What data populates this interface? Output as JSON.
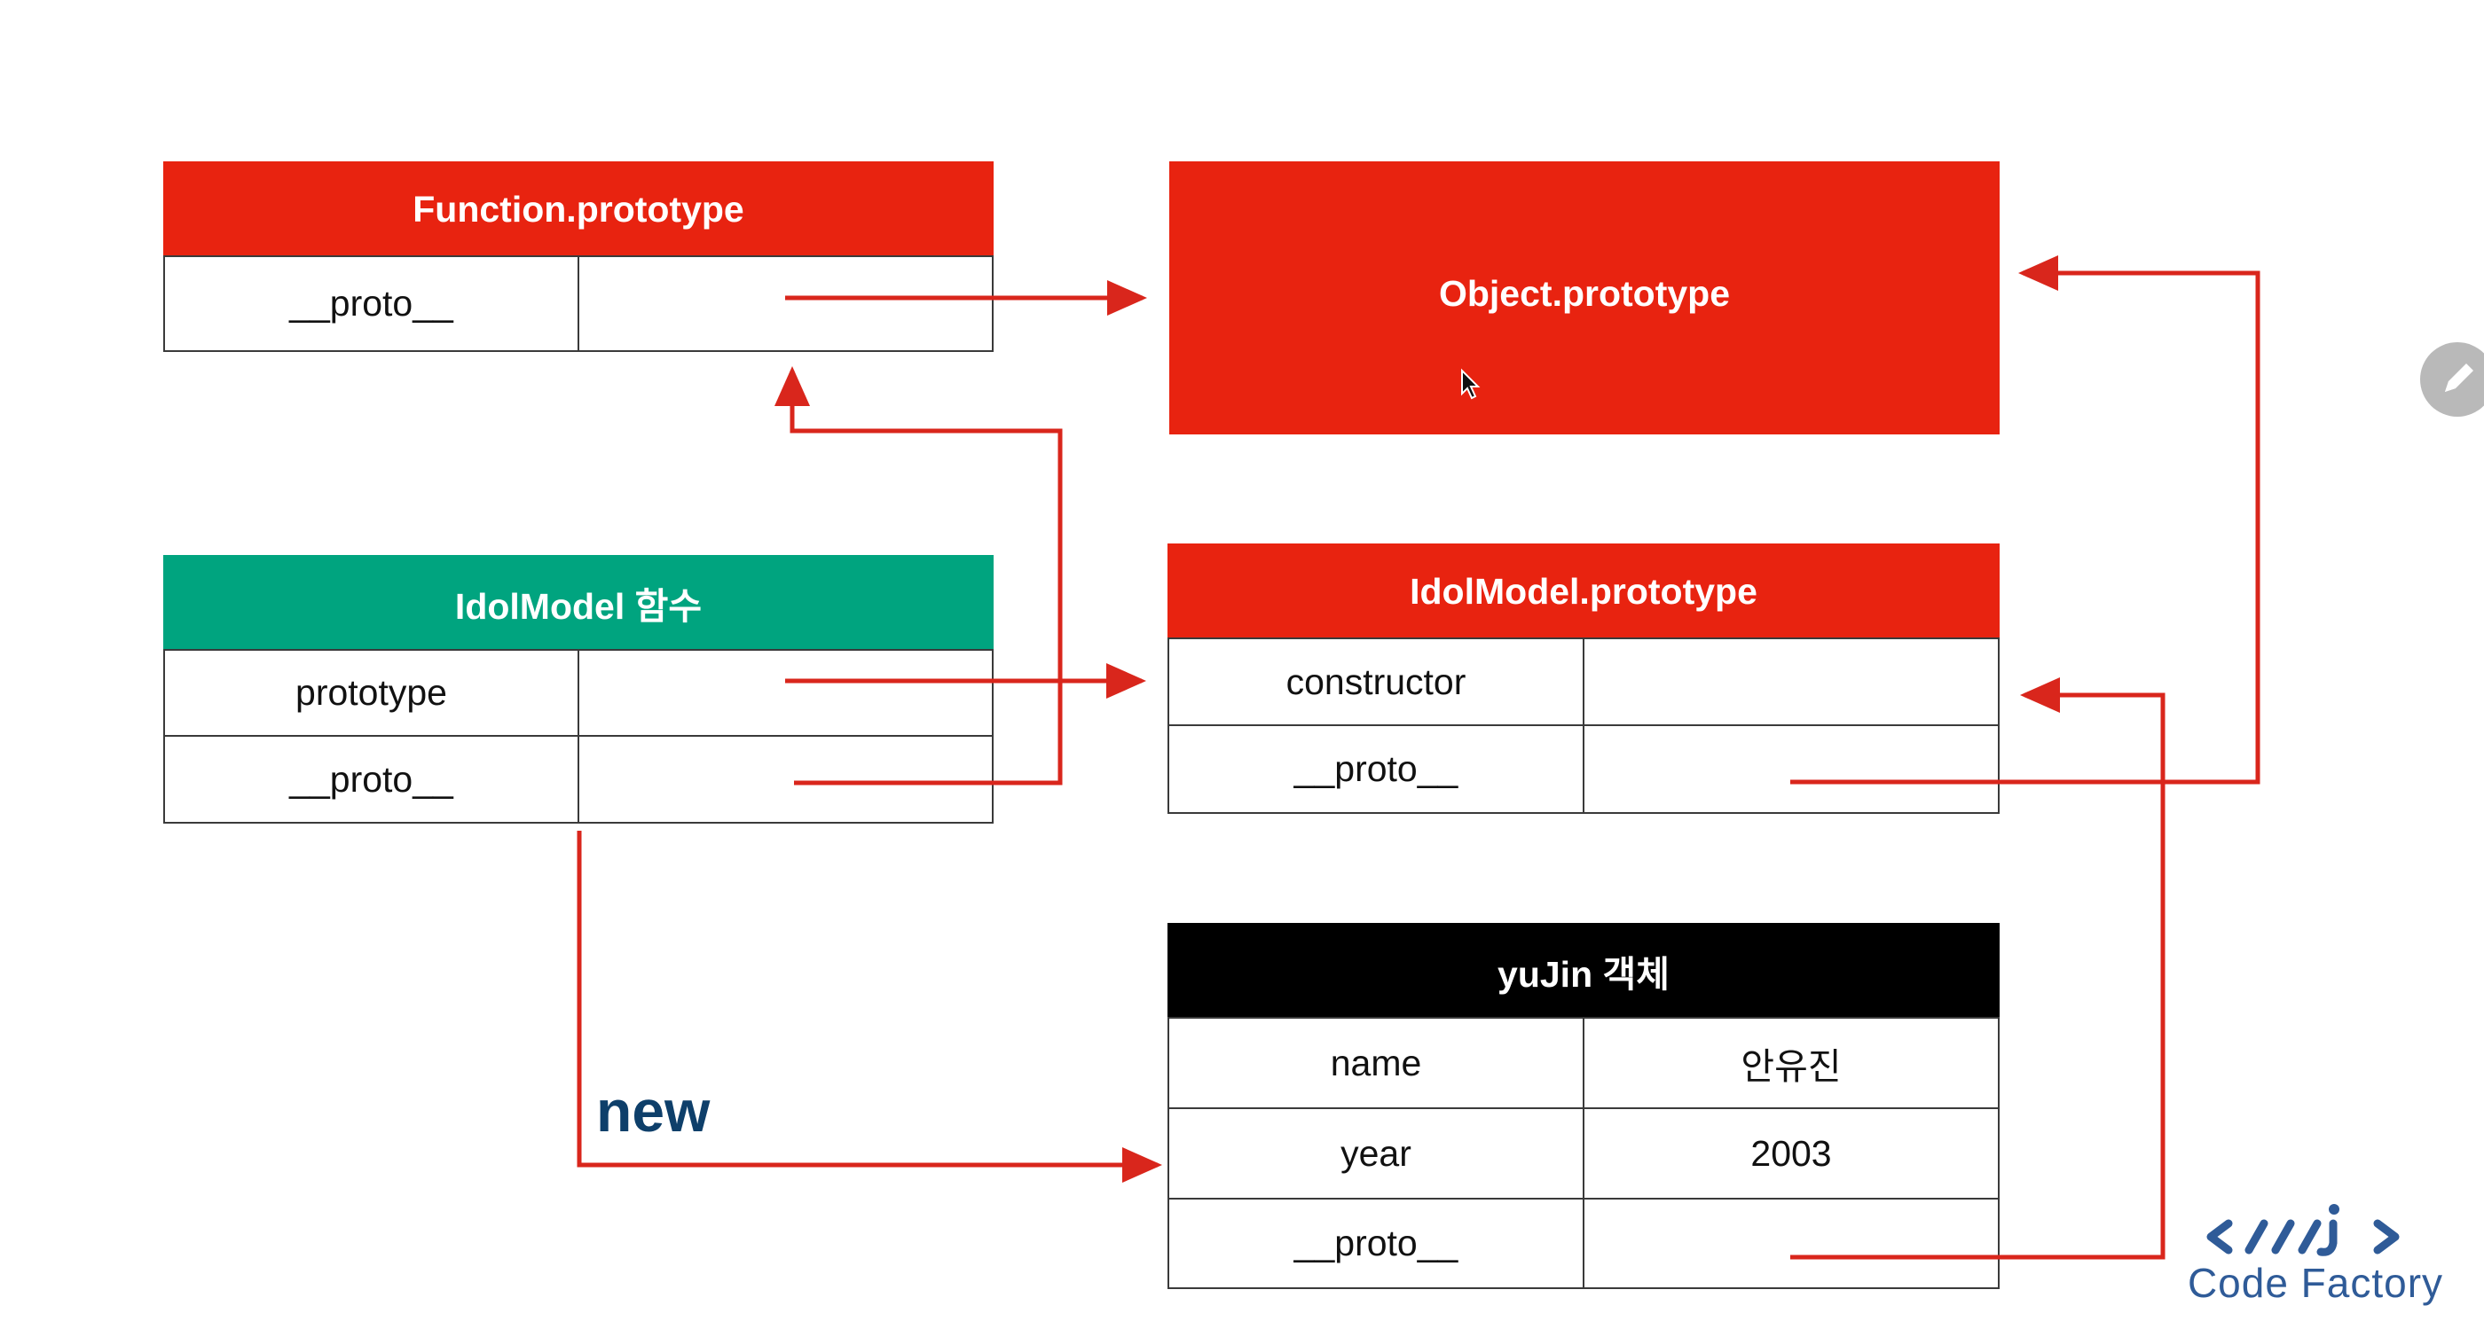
{
  "function_prototype": {
    "title": "Function.prototype",
    "rows": [
      {
        "key": "__proto__",
        "value": ""
      }
    ]
  },
  "object_prototype": {
    "title": "Object.prototype"
  },
  "idolmodel_function": {
    "title": "IdolModel 함수",
    "rows": [
      {
        "key": "prototype",
        "value": ""
      },
      {
        "key": "__proto__",
        "value": ""
      }
    ]
  },
  "idolmodel_prototype": {
    "title": "IdolModel.prototype",
    "rows": [
      {
        "key": "constructor",
        "value": ""
      },
      {
        "key": "__proto__",
        "value": ""
      }
    ]
  },
  "yujin_object": {
    "title": "yuJin 객체",
    "rows": [
      {
        "key": "name",
        "value": "안유진"
      },
      {
        "key": "year",
        "value": "2003"
      },
      {
        "key": "__proto__",
        "value": ""
      }
    ]
  },
  "new_label": "new",
  "logo": {
    "text": "Code Factory"
  },
  "colors": {
    "red": "#e82310",
    "green": "#00a47f",
    "black": "#000000",
    "arrow": "#d9261c",
    "new_label": "#0e3f6a",
    "logo": "#2f5b98"
  },
  "icons": [
    "edit-pencil-icon",
    "code-factory-logo-icon",
    "mouse-cursor-icon"
  ]
}
